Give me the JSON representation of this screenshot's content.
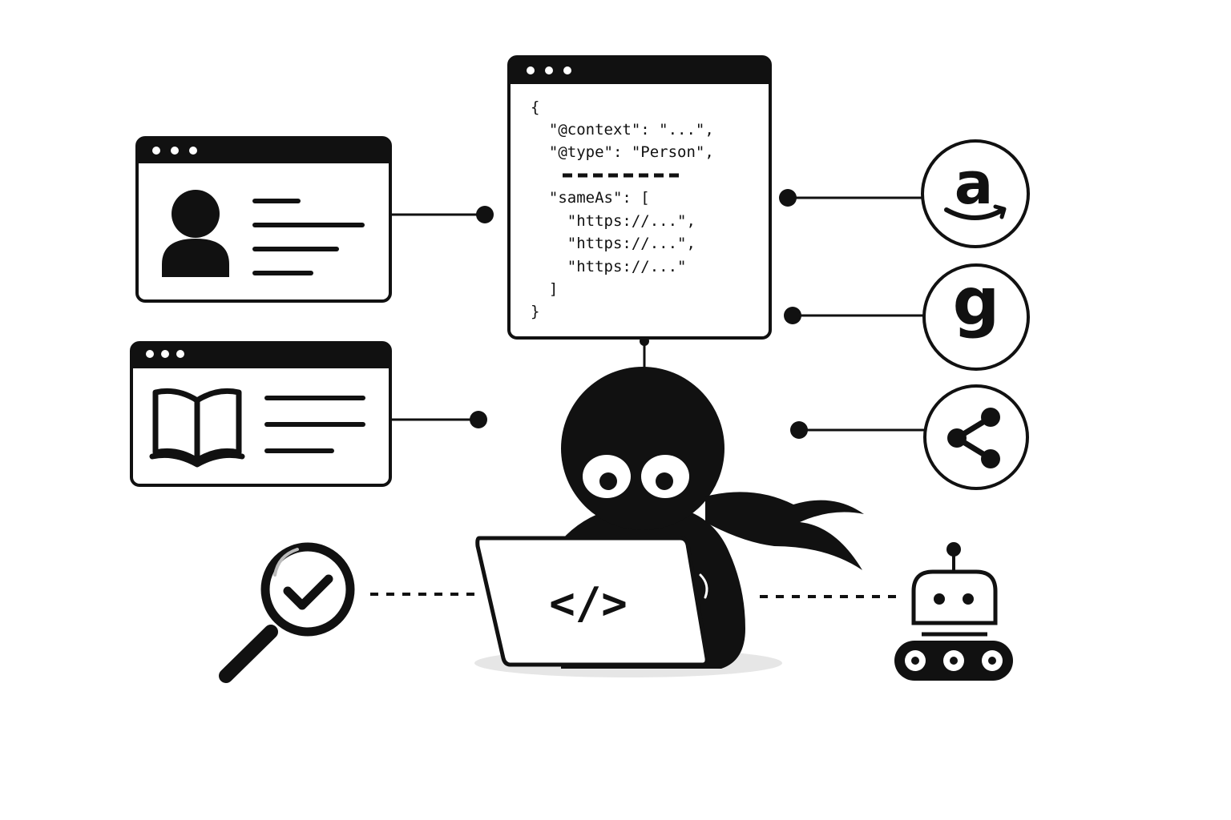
{
  "colors": {
    "ink": "#111111",
    "paper": "#ffffff",
    "shadow": "#e6e6e6"
  },
  "code_window": {
    "lines": [
      "{",
      "  \"@context\": \"...\",",
      "  \"@type\": \"Person\",",
      "  \"sameAs\": [",
      "    \"https://...\",",
      "    \"https://...\",",
      "    \"https://...\"",
      "  ]",
      "}"
    ]
  },
  "laptop": {
    "code_symbol": "</>"
  },
  "service_icons": {
    "amazon_letter": "a",
    "goodreads_letter": "g",
    "share": "share-icon"
  },
  "icons": {
    "profile_window": "person-icon",
    "book_window": "open-book-icon",
    "validator": "magnifier-check-icon",
    "crawler": "robot-icon",
    "mascot": "ninja-mascot"
  }
}
